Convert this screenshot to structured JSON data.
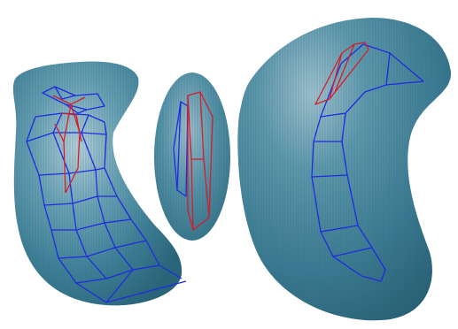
{
  "scene": {
    "shapes": [
      {
        "id": "left-shape",
        "kind": "curved-shape"
      },
      {
        "id": "middle-shape",
        "kind": "ovoid-shape"
      },
      {
        "id": "right-shape",
        "kind": "curved-shape"
      }
    ]
  },
  "colors": {
    "background": "#ffffff",
    "surface_dark": "#2f6f86",
    "surface_mid": "#4e8fa5",
    "surface_light": "#a9c7d2",
    "mesh_blue": "#1f2be0",
    "mesh_red": "#d21f2b"
  }
}
